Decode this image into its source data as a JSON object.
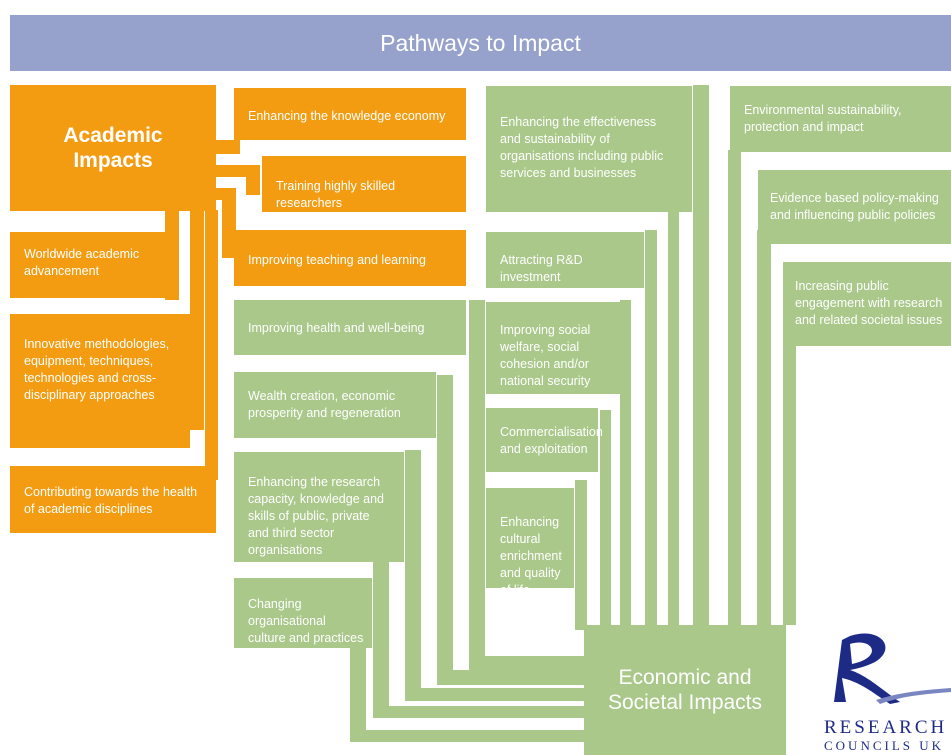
{
  "header": {
    "title": "Pathways to Impact"
  },
  "academic": {
    "title_line1": "Academic",
    "title_line2": "Impacts",
    "boxes": [
      "Worldwide academic advancement",
      "Innovative methodologies, equipment, techniques, technologies and cross-disciplinary approaches",
      "Contributing towards the health of academic disciplines"
    ],
    "right_boxes": [
      "Enhancing the knowledge economy",
      "Training highly skilled researchers",
      "Improving teaching and learning"
    ]
  },
  "economic": {
    "title_line1": "Economic and",
    "title_line2": "Societal Impacts",
    "col1": [
      "Improving health and well-being",
      "Wealth creation, economic prosperity and regeneration",
      "Enhancing the research capacity, knowledge and skills of public, private and third sector organisations",
      "Changing organisational culture and practices"
    ],
    "col2": [
      "Enhancing the effectiveness and sustainability of organisations including public services and businesses",
      "Attracting R&D investment",
      "Improving social welfare, social cohesion and/or national security",
      "Commercialisation and exploitation",
      "Enhancing cultural enrichment and quality of life"
    ],
    "col3": [
      "Environmental sustainability, protection and impact",
      "Evidence based policy-making and influencing public policies",
      "Increasing public engagement with research and related societal issues"
    ]
  },
  "logo": {
    "line1": "RESEARCH",
    "line2": "COUNCILS UK"
  },
  "colors": {
    "header": "#97a2cc",
    "academic": "#f39c12",
    "economic": "#a9c88a"
  }
}
